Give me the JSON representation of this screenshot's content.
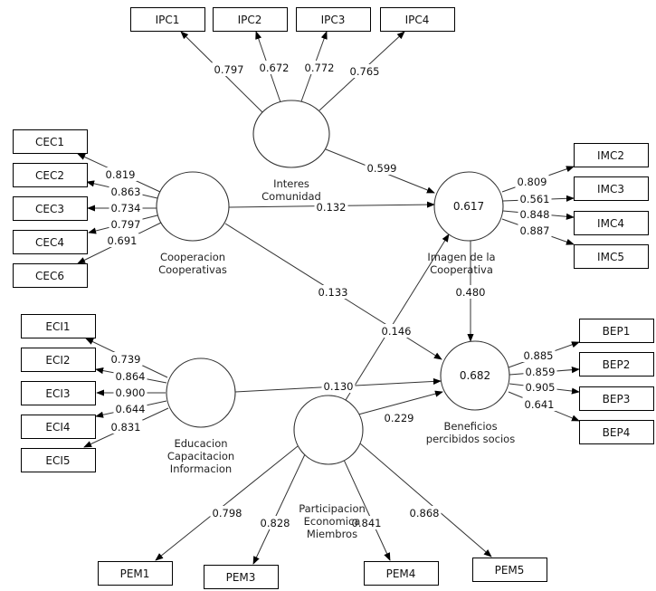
{
  "diagram": {
    "type": "PLS structural equation model (path diagram)",
    "latent_variables": [
      {
        "id": "IPC",
        "name_lines": [
          "Interes",
          "Comunidad"
        ],
        "r2": null
      },
      {
        "id": "CEC",
        "name_lines": [
          "Cooperacion",
          "Cooperativas"
        ],
        "r2": null
      },
      {
        "id": "ECI",
        "name_lines": [
          "Educacion",
          "Capacitacion",
          "Informacion"
        ],
        "r2": null
      },
      {
        "id": "PEM",
        "name_lines": [
          "Participacion",
          "Economica",
          "Miembros"
        ],
        "r2": null
      },
      {
        "id": "IMC",
        "name_lines": [
          "Imagen de la",
          "Cooperativa"
        ],
        "r2": "0.617"
      },
      {
        "id": "BEP",
        "name_lines": [
          "Beneficios",
          "percibidos socios"
        ],
        "r2": "0.682"
      }
    ],
    "indicators": [
      {
        "id": "IPC1",
        "latent": "IPC",
        "loading": "0.797"
      },
      {
        "id": "IPC2",
        "latent": "IPC",
        "loading": "0.672"
      },
      {
        "id": "IPC3",
        "latent": "IPC",
        "loading": "0.772"
      },
      {
        "id": "IPC4",
        "latent": "IPC",
        "loading": "0.765"
      },
      {
        "id": "CEC1",
        "latent": "CEC",
        "loading": "0.819"
      },
      {
        "id": "CEC2",
        "latent": "CEC",
        "loading": "0.863"
      },
      {
        "id": "CEC3",
        "latent": "CEC",
        "loading": "0.734"
      },
      {
        "id": "CEC4",
        "latent": "CEC",
        "loading": "0.797"
      },
      {
        "id": "CEC6",
        "latent": "CEC",
        "loading": "0.691"
      },
      {
        "id": "ECI1",
        "latent": "ECI",
        "loading": "0.739"
      },
      {
        "id": "ECI2",
        "latent": "ECI",
        "loading": "0.864"
      },
      {
        "id": "ECI3",
        "latent": "ECI",
        "loading": "0.900"
      },
      {
        "id": "ECI4",
        "latent": "ECI",
        "loading": "0.644"
      },
      {
        "id": "ECI5",
        "latent": "ECI",
        "loading": "0.831"
      },
      {
        "id": "IMC2",
        "latent": "IMC",
        "loading": "0.809"
      },
      {
        "id": "IMC3",
        "latent": "IMC",
        "loading": "0.561"
      },
      {
        "id": "IMC4",
        "latent": "IMC",
        "loading": "0.848"
      },
      {
        "id": "IMC5",
        "latent": "IMC",
        "loading": "0.887"
      },
      {
        "id": "BEP1",
        "latent": "BEP",
        "loading": "0.885"
      },
      {
        "id": "BEP2",
        "latent": "BEP",
        "loading": "0.859"
      },
      {
        "id": "BEP3",
        "latent": "BEP",
        "loading": "0.905"
      },
      {
        "id": "BEP4",
        "latent": "BEP",
        "loading": "0.641"
      },
      {
        "id": "PEM1",
        "latent": "PEM",
        "loading": "0.798"
      },
      {
        "id": "PEM3",
        "latent": "PEM",
        "loading": "0.828"
      },
      {
        "id": "PEM4",
        "latent": "PEM",
        "loading": "0.841"
      },
      {
        "id": "PEM5",
        "latent": "PEM",
        "loading": "0.868"
      }
    ],
    "paths": [
      {
        "from": "IPC",
        "to": "IMC",
        "coef": "0.599"
      },
      {
        "from": "CEC",
        "to": "IMC",
        "coef": "0.132"
      },
      {
        "from": "CEC",
        "to": "BEP",
        "coef": "0.133"
      },
      {
        "from": "PEM",
        "to": "IMC",
        "coef": "0.146"
      },
      {
        "from": "IMC",
        "to": "BEP",
        "coef": "0.480"
      },
      {
        "from": "ECI",
        "to": "BEP",
        "coef": "0.130"
      },
      {
        "from": "PEM",
        "to": "BEP",
        "coef": "0.229"
      }
    ]
  }
}
